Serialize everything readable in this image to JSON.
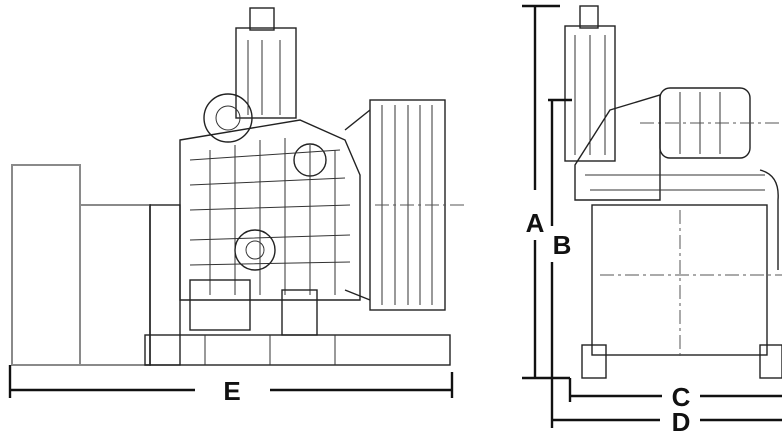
{
  "diagram": {
    "labels": {
      "e": "E",
      "a": "A",
      "b": "B",
      "c": "C",
      "d": "D"
    }
  }
}
